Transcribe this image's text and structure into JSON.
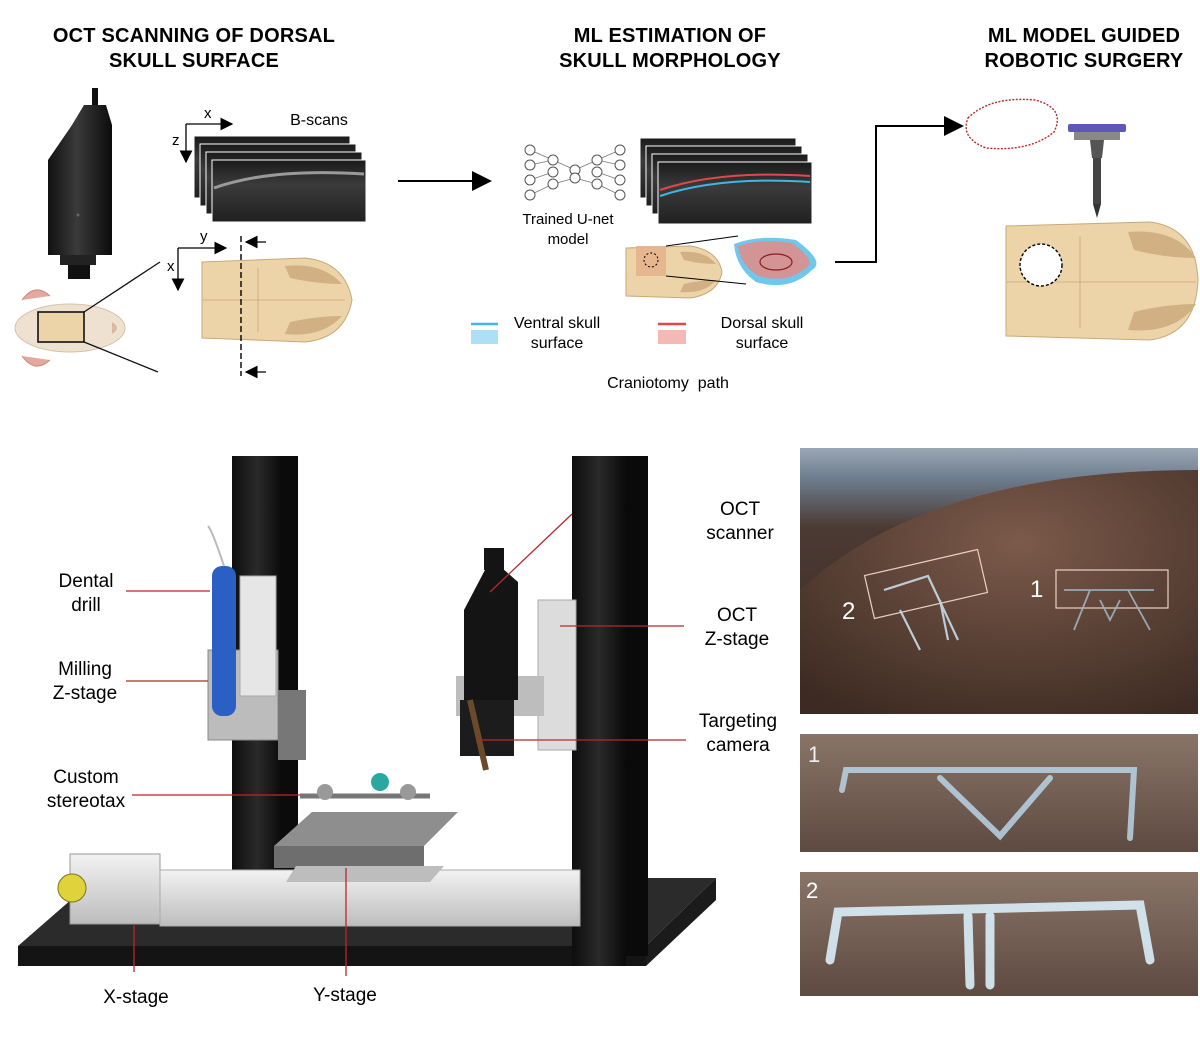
{
  "top": {
    "panel1_title_l1": "OCT SCANNING OF DORSAL",
    "panel1_title_l2": "SKULL SURFACE",
    "panel2_title_l1": "ML ESTIMATION OF",
    "panel2_title_l2": "SKULL MORPHOLOGY",
    "panel3_title_l1": "ML MODEL GUIDED",
    "panel3_title_l2": "ROBOTIC SURGERY",
    "bscans_label": "B-scans",
    "axis_x": "x",
    "axis_z": "z",
    "axis_y": "y",
    "axis_x2": "x",
    "unet_l1": "Trained U-net",
    "unet_l2": "model",
    "ventral_l1": "Ventral skull",
    "ventral_l2": "surface",
    "dorsal_l1": "Dorsal skull",
    "dorsal_l2": "surface",
    "craniotomy": "Craniotomy  path"
  },
  "rig": {
    "dental_l1": "Dental",
    "dental_l2": "drill",
    "milling_l1": "Milling",
    "milling_l2": "Z-stage",
    "custom_l1": "Custom",
    "custom_l2": "stereotax",
    "xstage": "X-stage",
    "ystage": "Y-stage",
    "oct_l1": "OCT",
    "oct_l2": "scanner",
    "octz_l1": "OCT",
    "octz_l2": "Z-stage",
    "target_l1": "Targeting",
    "target_l2": "camera"
  },
  "photos": {
    "n2": "2",
    "n1": "1",
    "inset1": "1",
    "inset2": "2"
  },
  "colors": {
    "skull": "#ecd3a8",
    "skull_edge": "#c9a97a",
    "ventral": "#3fb6e6",
    "dorsal": "#e0484b",
    "leader": "#b8282b",
    "frame": "#1c1c1c",
    "photo_bg": "#5a3f33"
  }
}
